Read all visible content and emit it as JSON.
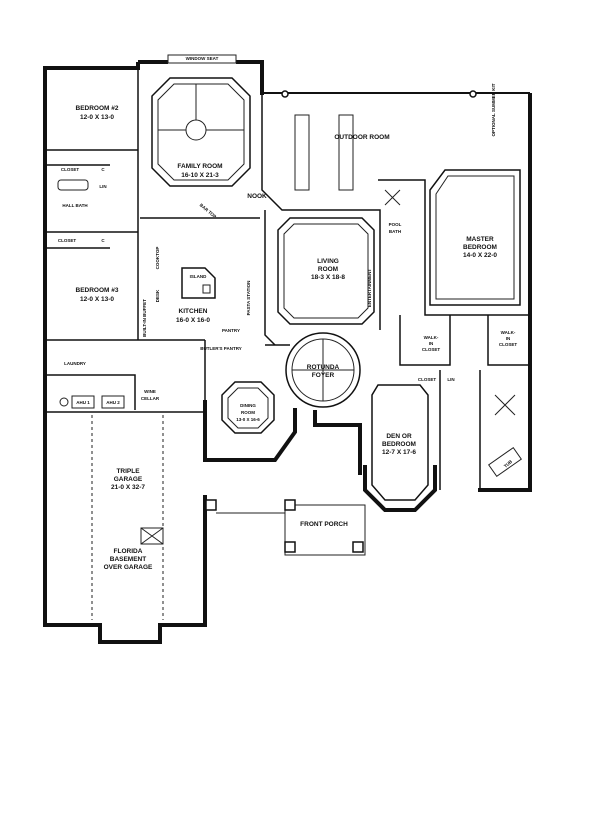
{
  "rooms": {
    "window_seat": "WINDOW SEAT",
    "bedroom2": {
      "name": "BEDROOM #2",
      "size": "12-0 X 13-0"
    },
    "family_room": {
      "name": "FAMILY ROOM",
      "size": "16-10 X 21-3"
    },
    "closet_1": "CLOSET",
    "c_1": "C",
    "lin_1": "LIN",
    "hall_bath": "HALL BATH",
    "closet_2": "CLOSET",
    "c_2": "C",
    "bedroom3": {
      "name": "BEDROOM #3",
      "size": "12-0 X 13-0"
    },
    "nook": "NOOK",
    "bar_top": "BAR TOP",
    "cooktop": "COOKTOP",
    "desk": "DESK",
    "built_in_buffet": "BUILT-IN BUFFET",
    "island": "ISLAND",
    "kitchen": {
      "name": "KITCHEN",
      "size": "16-0 X 16-0"
    },
    "pasta_station": "PASTA STATION",
    "pantry": "PANTRY",
    "butlers_pantry": "BUTLER'S PANTRY",
    "outdoor_room": "OUTDOOR ROOM",
    "optional_summer_kit": "OPTIONAL SUMMER KIT",
    "living_room": {
      "name1": "LIVING",
      "name2": "ROOM",
      "size": "18-3 X 18-8"
    },
    "pool_bath": {
      "line1": "POOL",
      "line2": "BATH"
    },
    "entertainment": "ENTERTAINMENT",
    "master_bedroom": {
      "name1": "MASTER",
      "name2": "BEDROOM",
      "size": "14-0 X 22-0"
    },
    "walk_in_closet_1": {
      "line1": "WALK-",
      "line2": "IN",
      "line3": "CLOSET"
    },
    "walk_in_closet_2": {
      "line1": "WALK-",
      "line2": "IN",
      "line3": "CLOSET"
    },
    "laundry": "LAUNDRY",
    "ahu1": "AHU 1",
    "ahu2": "AHU 2",
    "wine_cellar": {
      "line1": "WINE",
      "line2": "CELLAR"
    },
    "rotunda_foyer": {
      "line1": "ROTUNDA",
      "line2": "FOYER"
    },
    "dining_room": {
      "name1": "DINING",
      "name2": "ROOM",
      "size": "13-0 X 16-6"
    },
    "closet_3": "CLOSET",
    "lin_2": "LIN",
    "den": {
      "line1": "DEN OR",
      "line2": "BEDROOM",
      "size": "12-7 X 17-6"
    },
    "tub": "TUB",
    "garage": {
      "line1": "TRIPLE",
      "line2": "GARAGE",
      "size": "21-0 X 32-7"
    },
    "basement": {
      "line1": "FLORIDA",
      "line2": "BASEMENT",
      "line3": "OVER GARAGE"
    },
    "front_porch": "FRONT PORCH"
  }
}
